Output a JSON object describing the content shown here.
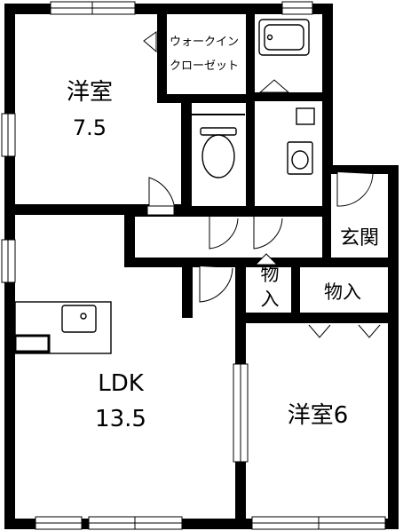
{
  "rooms": {
    "western_room_1": {
      "name": "洋室",
      "size": "7.5"
    },
    "walk_in_closet": {
      "line1": "ウォークイン",
      "line2": "クローゼット"
    },
    "ldk": {
      "name": "LDK",
      "size": "13.5"
    },
    "western_room_2": {
      "name": "洋室6"
    },
    "entrance": {
      "name": "玄関"
    },
    "storage_small": {
      "line1": "物",
      "line2": "入"
    },
    "storage": {
      "name": "物入"
    }
  },
  "colors": {
    "wall": "#000000",
    "background": "#ffffff",
    "line": "#000000"
  }
}
